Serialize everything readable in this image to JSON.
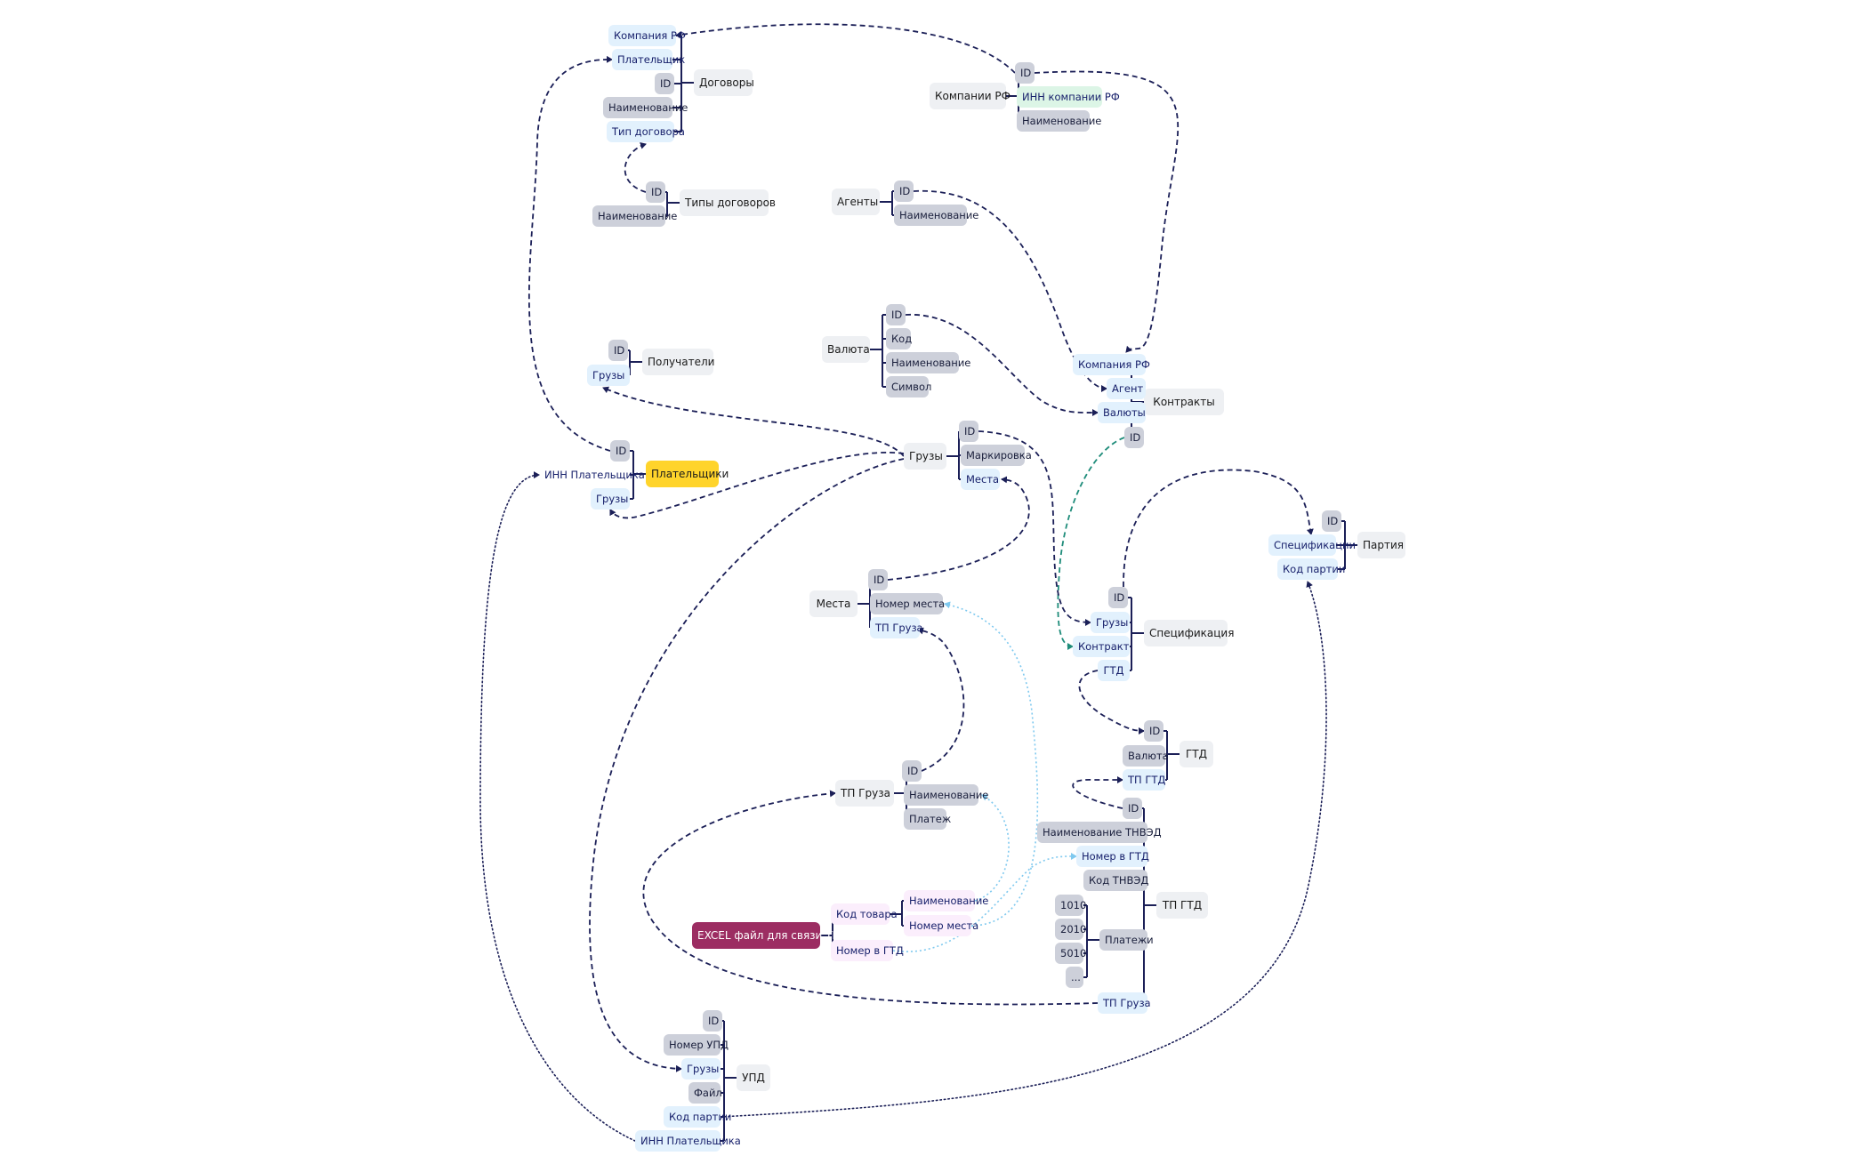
{
  "diagram": {
    "nodes": {
      "t_dogovory": "Договоры",
      "dog_company": "Компания РФ",
      "dog_payer": "Плательщик",
      "dog_id": "ID",
      "dog_name": "Наименование",
      "dog_type": "Тип договора",
      "t_tipy": "Типы договоров",
      "tipy_id": "ID",
      "tipy_name": "Наименование",
      "t_companies": "Компании РФ",
      "comp_id": "ID",
      "comp_inn": "ИНН компании РФ",
      "comp_name": "Наименование",
      "t_agents": "Агенты",
      "ag_id": "ID",
      "ag_name": "Наименование",
      "t_currency": "Валюта",
      "cur_id": "ID",
      "cur_code": "Код",
      "cur_name": "Наименование",
      "cur_symbol": "Символ",
      "t_recipients": "Получатели",
      "rec_id": "ID",
      "rec_cargo": "Грузы",
      "t_contracts": "Контракты",
      "con_company": "Компания РФ",
      "con_agent": "Агент",
      "con_currency": "Валюты",
      "con_id": "ID",
      "t_payers": "Плательщики",
      "pay_id": "ID",
      "pay_inn": "ИНН Плательщика",
      "pay_cargo": "Грузы",
      "t_cargo": "Грузы",
      "cargo_id": "ID",
      "cargo_mark": "Маркировка",
      "cargo_places": "Места",
      "t_party": "Партия",
      "party_id": "ID",
      "party_spec": "Спецификации",
      "party_code": "Код партии",
      "t_places": "Места",
      "pl_id": "ID",
      "pl_num": "Номер места",
      "pl_tp": "ТП Груза",
      "t_spec": "Спецификация",
      "spec_id": "ID",
      "spec_cargo": "Грузы",
      "spec_contract": "Контракт",
      "spec_gtd": "ГТД",
      "t_gtd": "ГТД",
      "gtd_id": "ID",
      "gtd_currency": "Валюта",
      "gtd_tp": "ТП ГТД",
      "t_tpcargo": "ТП Груза",
      "tpc_id": "ID",
      "tpc_name": "Наименование",
      "tpc_payment": "Платеж",
      "t_tpgtd": "ТП ГТД",
      "tg_id": "ID",
      "tg_tnved_name": "Наименование ТНВЭД",
      "tg_gtd_num": "Номер в ГТД",
      "tg_tnved_code": "Код ТНВЭД",
      "tg_payments": "Платежи",
      "tg_tpcargo": "ТП Груза",
      "p1010": "1010",
      "p2010": "2010",
      "p5010": "5010",
      "pdots": "...",
      "t_excel": "EXCEL файл для связи ТП",
      "ex_code": "Код товара",
      "ex_gtd_num": "Номер в ГТД",
      "ex_name": "Наименование",
      "ex_place_num": "Номер места",
      "t_upd": "УПД",
      "upd_id": "ID",
      "upd_num": "Номер УПД",
      "upd_cargo": "Грузы",
      "upd_file": "Файл",
      "upd_party": "Код партии",
      "upd_inn": "ИНН Плательщика"
    },
    "colors": {
      "link_navy": "#1b1f57",
      "link_teal": "#1e8c7a",
      "link_sky": "#7fc9ef",
      "branch": "#1b1f57",
      "highlight": "#ffd42b",
      "root": "#9c2d62"
    }
  }
}
